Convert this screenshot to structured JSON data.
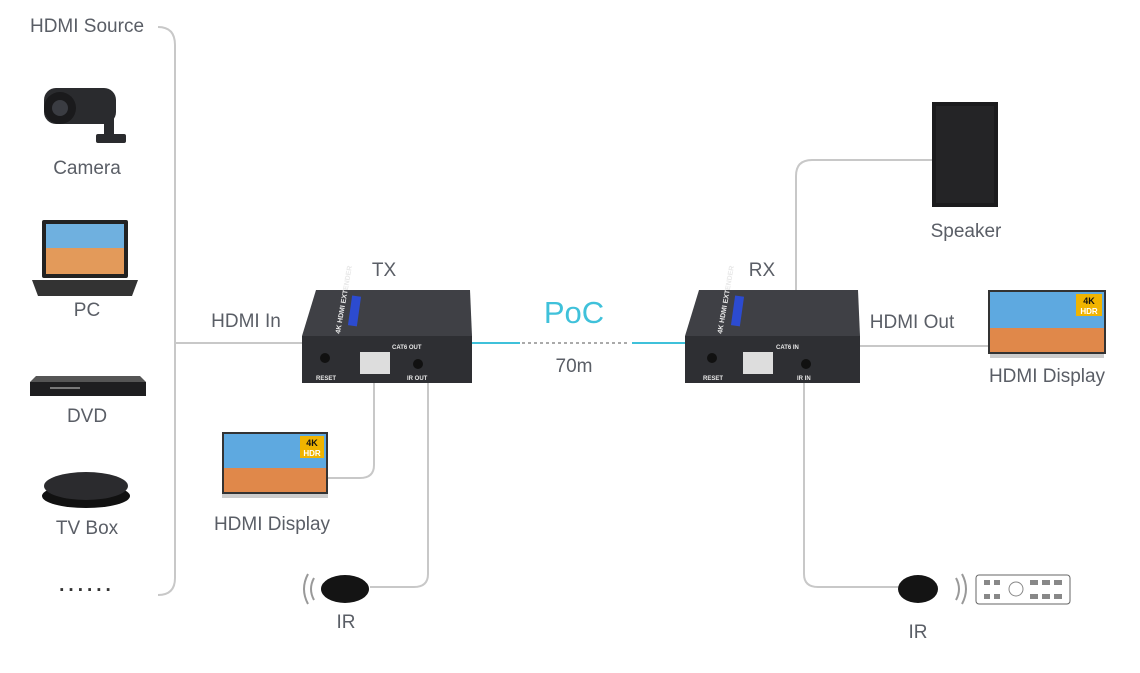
{
  "colors": {
    "poc": "#3fc1da",
    "text": "#5a5e66",
    "line": "#c8c8c8",
    "device": "#3a3b3f"
  },
  "sources": {
    "title": "HDMI Source",
    "items": [
      {
        "label": "Camera",
        "icon": "camera-icon"
      },
      {
        "label": "PC",
        "icon": "laptop-icon"
      },
      {
        "label": "DVD",
        "icon": "dvd-player-icon"
      },
      {
        "label": "TV Box",
        "icon": "tv-box-icon"
      }
    ],
    "more": "......"
  },
  "tx": {
    "label": "TX",
    "input_label": "HDMI In",
    "display_label": "HDMI Display",
    "ir_label": "IR",
    "product": "4K HDMI EXTENDER",
    "ports": [
      "RESET",
      "CAT6 OUT",
      "IR OUT"
    ]
  },
  "link": {
    "label": "PoC",
    "distance": "70m"
  },
  "rx": {
    "label": "RX",
    "output_label": "HDMI Out",
    "display_label": "HDMI Display",
    "speaker_label": "Speaker",
    "ir_label": "IR",
    "product": "4K HDMI EXTENDER",
    "ports": [
      "RESET",
      "CAT6 IN",
      "IR IN"
    ]
  },
  "badges": {
    "resolution": "4K",
    "hdr": "HDR"
  }
}
